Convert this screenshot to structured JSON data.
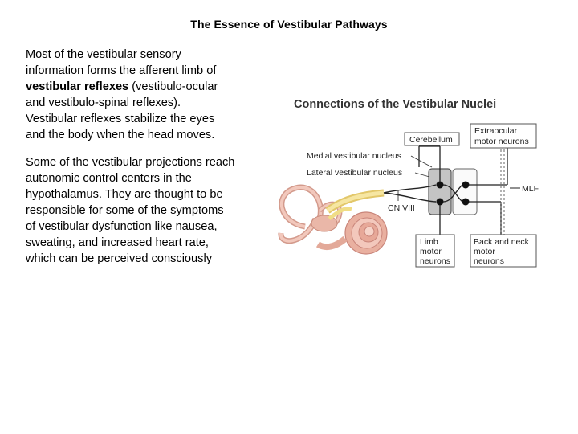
{
  "slide": {
    "title": "The Essence of Vestibular Pathways",
    "paragraph1": {
      "line1": "Most of the vestibular sensory",
      "line2": "information forms the afferent limb of",
      "bold": "vestibular reflexes",
      "line3_rest": " (vestibulo-ocular",
      "line4": "and vestibulo-spinal reflexes).",
      "line5": "Vestibular reflexes stabilize the eyes",
      "line6": "and the body when the head moves."
    },
    "paragraph2": {
      "line1": "Some of the vestibular projections reach",
      "line2": "autonomic control centers in the",
      "line3": "hypothalamus. They are thought to be",
      "line4": "responsible for some of the symptoms",
      "line5": "of vestibular dysfunction like nausea,",
      "line6": "sweating, and increased heart rate,",
      "line7": "which can be perceived consciously"
    }
  },
  "figure": {
    "title": "Connections of the Vestibular Nuclei",
    "cerebellum": "Cerebellum",
    "extraocular_line1": "Extraocular",
    "extraocular_line2": "motor neurons",
    "medial_nucleus": "Medial vestibular nucleus",
    "lateral_nucleus": "Lateral vestibular nucleus",
    "mlf": "MLF",
    "cn8": "CN VIII",
    "limb_line1": "Limb",
    "limb_line2": "motor",
    "limb_line3": "neurons",
    "back_line1": "Back and neck",
    "back_line2": "motor",
    "back_line3": "neurons"
  },
  "colors": {
    "nucleus_fill": "#c4c4c4",
    "inner_ear": "#e8b4a6",
    "nerve": "#f0dd86"
  }
}
